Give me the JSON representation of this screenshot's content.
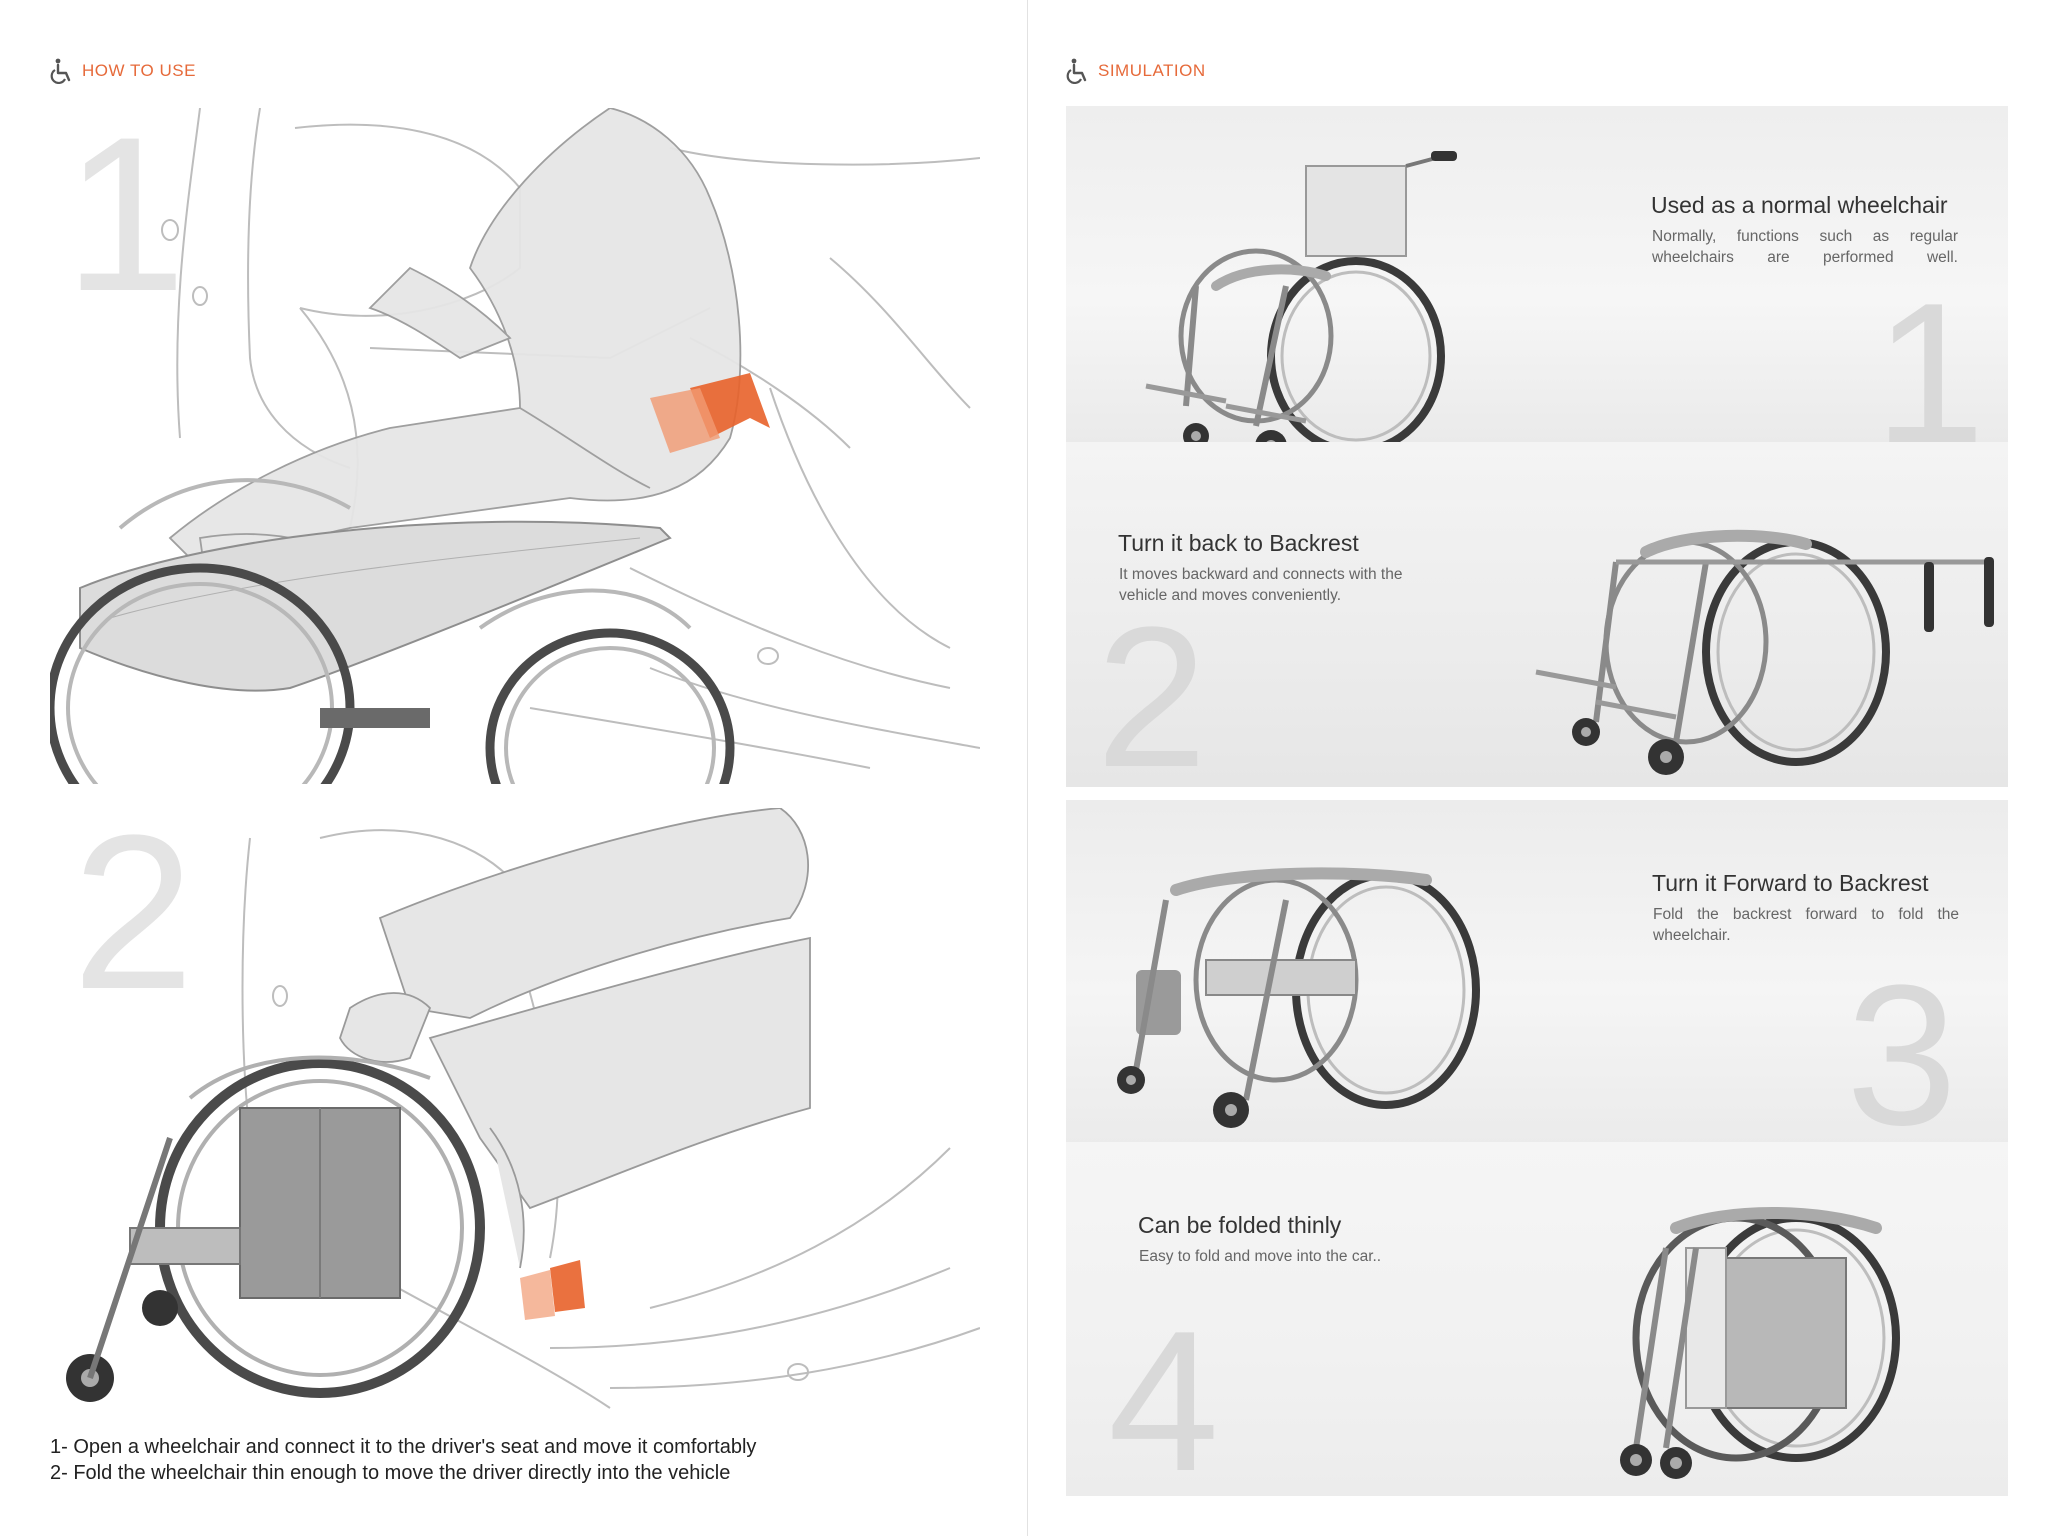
{
  "left": {
    "header": {
      "icon": "wheelchair-icon",
      "label": "HOW TO USE"
    },
    "steps": [
      {
        "number": "1"
      },
      {
        "number": "2"
      }
    ],
    "caption_lines": [
      "1- Open a wheelchair and connect it to the driver's seat and move it comfortably",
      "2- Fold the wheelchair thin enough to move the driver directly into the vehicle"
    ]
  },
  "right": {
    "header": {
      "icon": "wheelchair-icon",
      "label": "SIMULATION"
    },
    "panels": [
      {
        "number": "1",
        "title": "Used as a normal wheelchair",
        "desc": "Normally, functions such as regular wheelchairs are performed well."
      },
      {
        "number": "2",
        "title": "Turn it back to Backrest",
        "desc": "It moves backward and connects with the vehicle and moves conveniently."
      },
      {
        "number": "3",
        "title": "Turn it Forward to Backrest",
        "desc": "Fold the backrest forward to fold the wheelchair."
      },
      {
        "number": "4",
        "title": "Can be folded thinly",
        "desc": "Easy to fold and move into the car.."
      }
    ]
  },
  "colors": {
    "accent": "#e66a3a",
    "number_gray": "#dcdcdc"
  }
}
